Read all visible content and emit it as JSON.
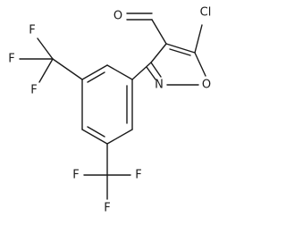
{
  "atoms": {
    "cl": "Cl",
    "o_ring": "O",
    "n_ring": "N",
    "o_aldehyde": "O",
    "f": "F"
  }
}
